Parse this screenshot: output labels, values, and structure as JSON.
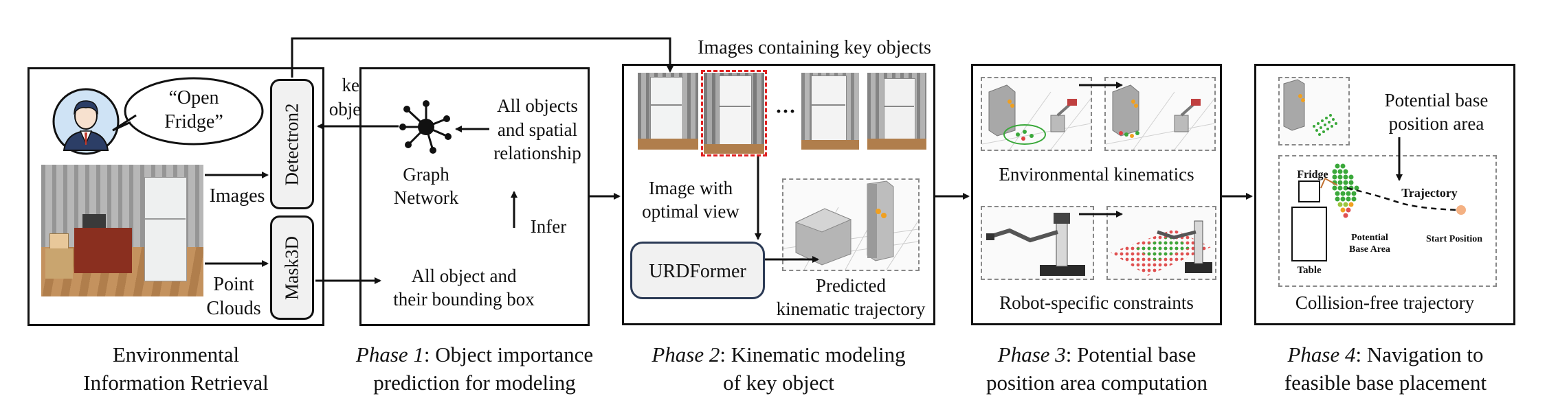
{
  "retrieval": {
    "speech": "“Open\nFridge”",
    "images_label": "Images",
    "point_clouds_label": "Point\nClouds",
    "detectron": "Detectron2",
    "mask3d": "Mask3D",
    "key_objects": "key\nobjects"
  },
  "top_label": "Images containing key objects",
  "phase1": {
    "all_objects_spatial": "All objects\nand spatial\nrelationship",
    "graph_network": "Graph\nNetwork",
    "infer": "Infer",
    "bounding_box": "All object and\ntheir bounding box"
  },
  "phase2": {
    "ellipsis": "···",
    "optimal_view": "Image with\noptimal view",
    "urdformer": "URDFormer",
    "predicted_traj": "Predicted\nkinematic trajectory"
  },
  "phase3": {
    "env_kinematics": "Environmental kinematics",
    "robot_constraints": "Robot-specific constraints"
  },
  "phase4": {
    "potential_area": "Potential base\nposition area",
    "fridge": "Fridge",
    "trajectory": "Trajectory",
    "potential_base": "Potential\nBase Area",
    "start_position": "Start Position",
    "table": "Table",
    "collision_free": "Collision-free trajectory"
  },
  "captions": {
    "c0": "Environmental\nInformation Retrieval",
    "c1_phase": "Phase 1",
    "c1_text": ": Object importance\nprediction for modeling",
    "c2_phase": "Phase 2",
    "c2_text": ": Kinematic modeling\nof key object",
    "c3_phase": "Phase 3",
    "c3_text": ": Potential base\nposition area computation",
    "c4_phase": "Phase 4",
    "c4_text": ": Navigation to\nfeasible base placement"
  },
  "colors": {
    "highlight_dash": "#e02020",
    "start_dot": "#f4b183",
    "green_cloud": "#3aa83a",
    "red_grid": "#e05050"
  }
}
